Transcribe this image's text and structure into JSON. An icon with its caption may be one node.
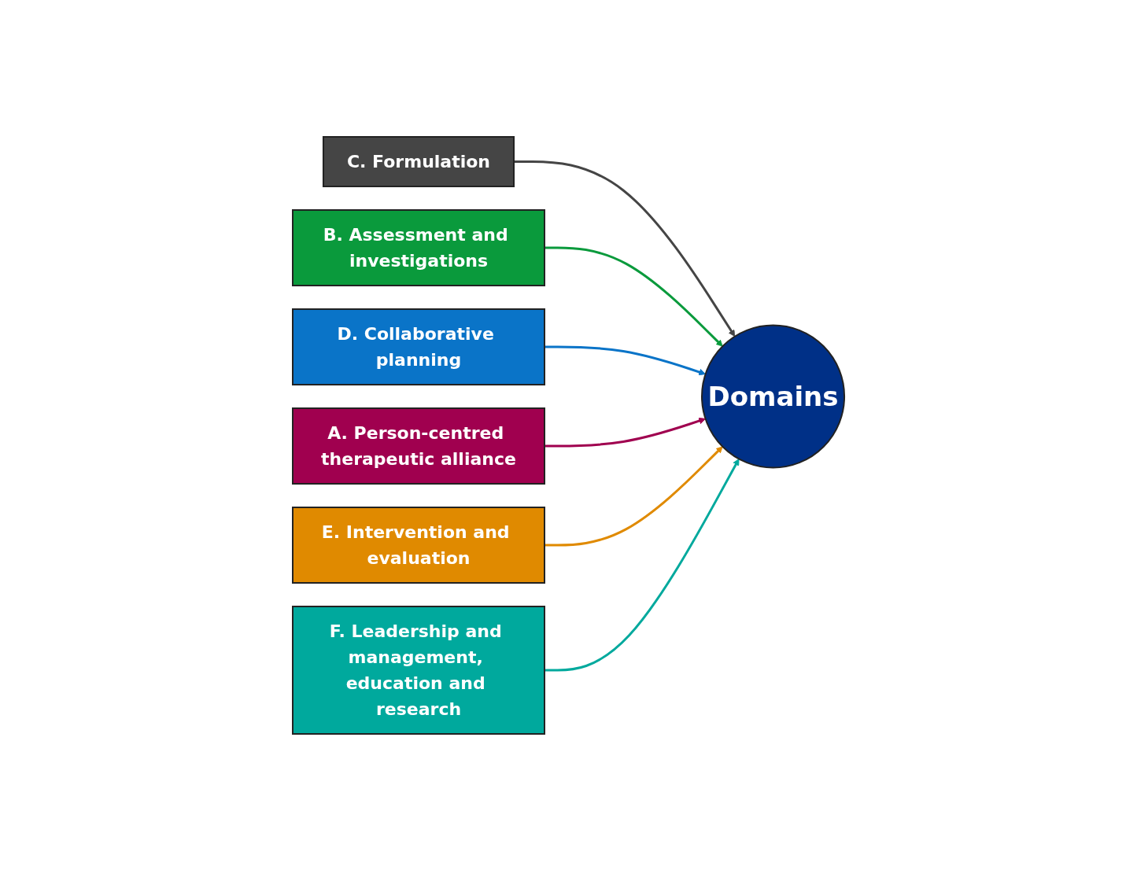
{
  "diagram": {
    "nodes": [
      {
        "text": [
          "C. Formulation"
        ]
      },
      {
        "text": [
          "B. Assessment and investigations"
        ]
      },
      {
        "text": [
          "D. Collaborative planning"
        ]
      },
      {
        "text": [
          "Domains"
        ]
      },
      {
        "text": [
          "A. Person-centred therapeutic alliance"
        ]
      },
      {
        "text": [
          "E. Intervention and evaluation"
        ]
      },
      {
        "text": [
          "F. Leadership and management, education and research"
        ]
      }
    ],
    "edges": [
      {
        "from": 0,
        "to": 3,
        "arrow": "to",
        "color": "#454545"
      },
      {
        "from": 1,
        "to": 3,
        "arrow": "to",
        "color": "#0a9a3c"
      },
      {
        "from": 2,
        "to": 3,
        "arrow": "to",
        "color": "#0a74c8"
      },
      {
        "from": 4,
        "to": 3,
        "arrow": "to",
        "color": "#a0004f"
      },
      {
        "from": 5,
        "to": 3,
        "arrow": "to",
        "color": "#e08a00"
      },
      {
        "from": 6,
        "to": 3,
        "arrow": "to",
        "color": "#00a99d"
      }
    ]
  }
}
